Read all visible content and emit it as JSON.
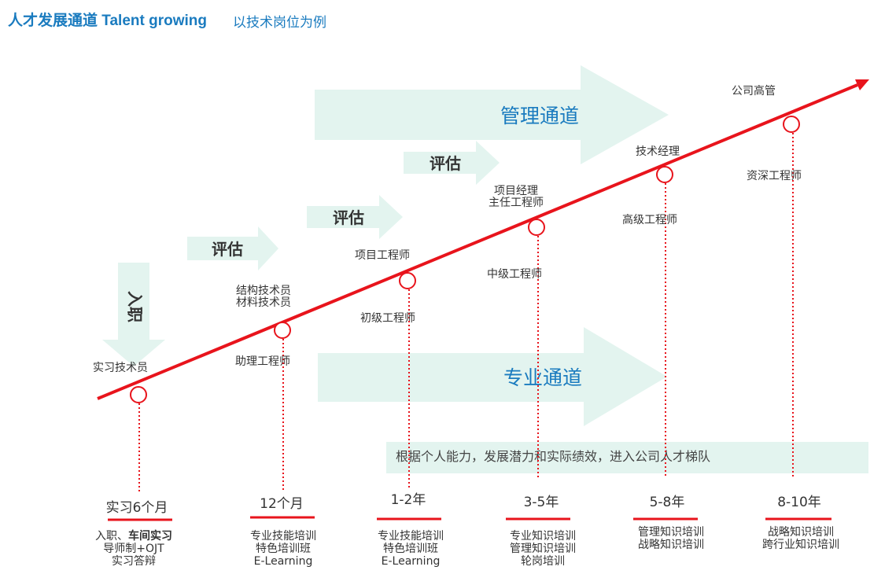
{
  "header": {
    "title": "人才发展通道 Talent growing",
    "subtitle": "以技术岗位为例"
  },
  "channels": {
    "management": "管理通道",
    "professional": "专业通道"
  },
  "stage_arrows": {
    "entry": "入职",
    "evaluate": "评估"
  },
  "career_nodes": {
    "intern": "实习技术员",
    "structure_tech": "结构技术员",
    "material_tech": "材料技术员",
    "assistant_engineer": "助理工程师",
    "project_engineer": "项目工程师",
    "junior_engineer": "初级工程师",
    "project_manager": "项目经理",
    "chief_engineer": "主任工程师",
    "intermediate_engineer": "中级工程师",
    "tech_manager": "技术经理",
    "senior_engineer": "高级工程师",
    "executive": "公司高管",
    "principal_engineer": "资深工程师"
  },
  "ladder_note": "根据个人能力，发展潜力和实际绩效，进入公司人才梯队",
  "timeline": [
    {
      "period": "实习6个月",
      "training": [
        "入职、",
        "车间实习",
        "导师制+OJT",
        "实习答辩"
      ]
    },
    {
      "period": "12个月",
      "training": [
        "专业技能培训",
        "特色培训班",
        "E-Learning"
      ]
    },
    {
      "period": "1-2年",
      "training": [
        "专业技能培训",
        "特色培训班",
        "E-Learning"
      ]
    },
    {
      "period": "3-5年",
      "training": [
        "专业知识培训",
        "管理知识培训",
        "轮岗培训"
      ]
    },
    {
      "period": "5-8年",
      "training": [
        "管理知识培训",
        "战略知识培训"
      ]
    },
    {
      "period": "8-10年",
      "training": [
        "战略知识培训",
        "跨行业知识培训"
      ]
    }
  ],
  "colors": {
    "title": "#1a7bbf",
    "channel_arrow": "#e3f4ef",
    "channel_text": "#1a7bbf",
    "growth_line": "#e8141c",
    "stage_text": "#333333",
    "note_bg": "#e3f4ef"
  }
}
